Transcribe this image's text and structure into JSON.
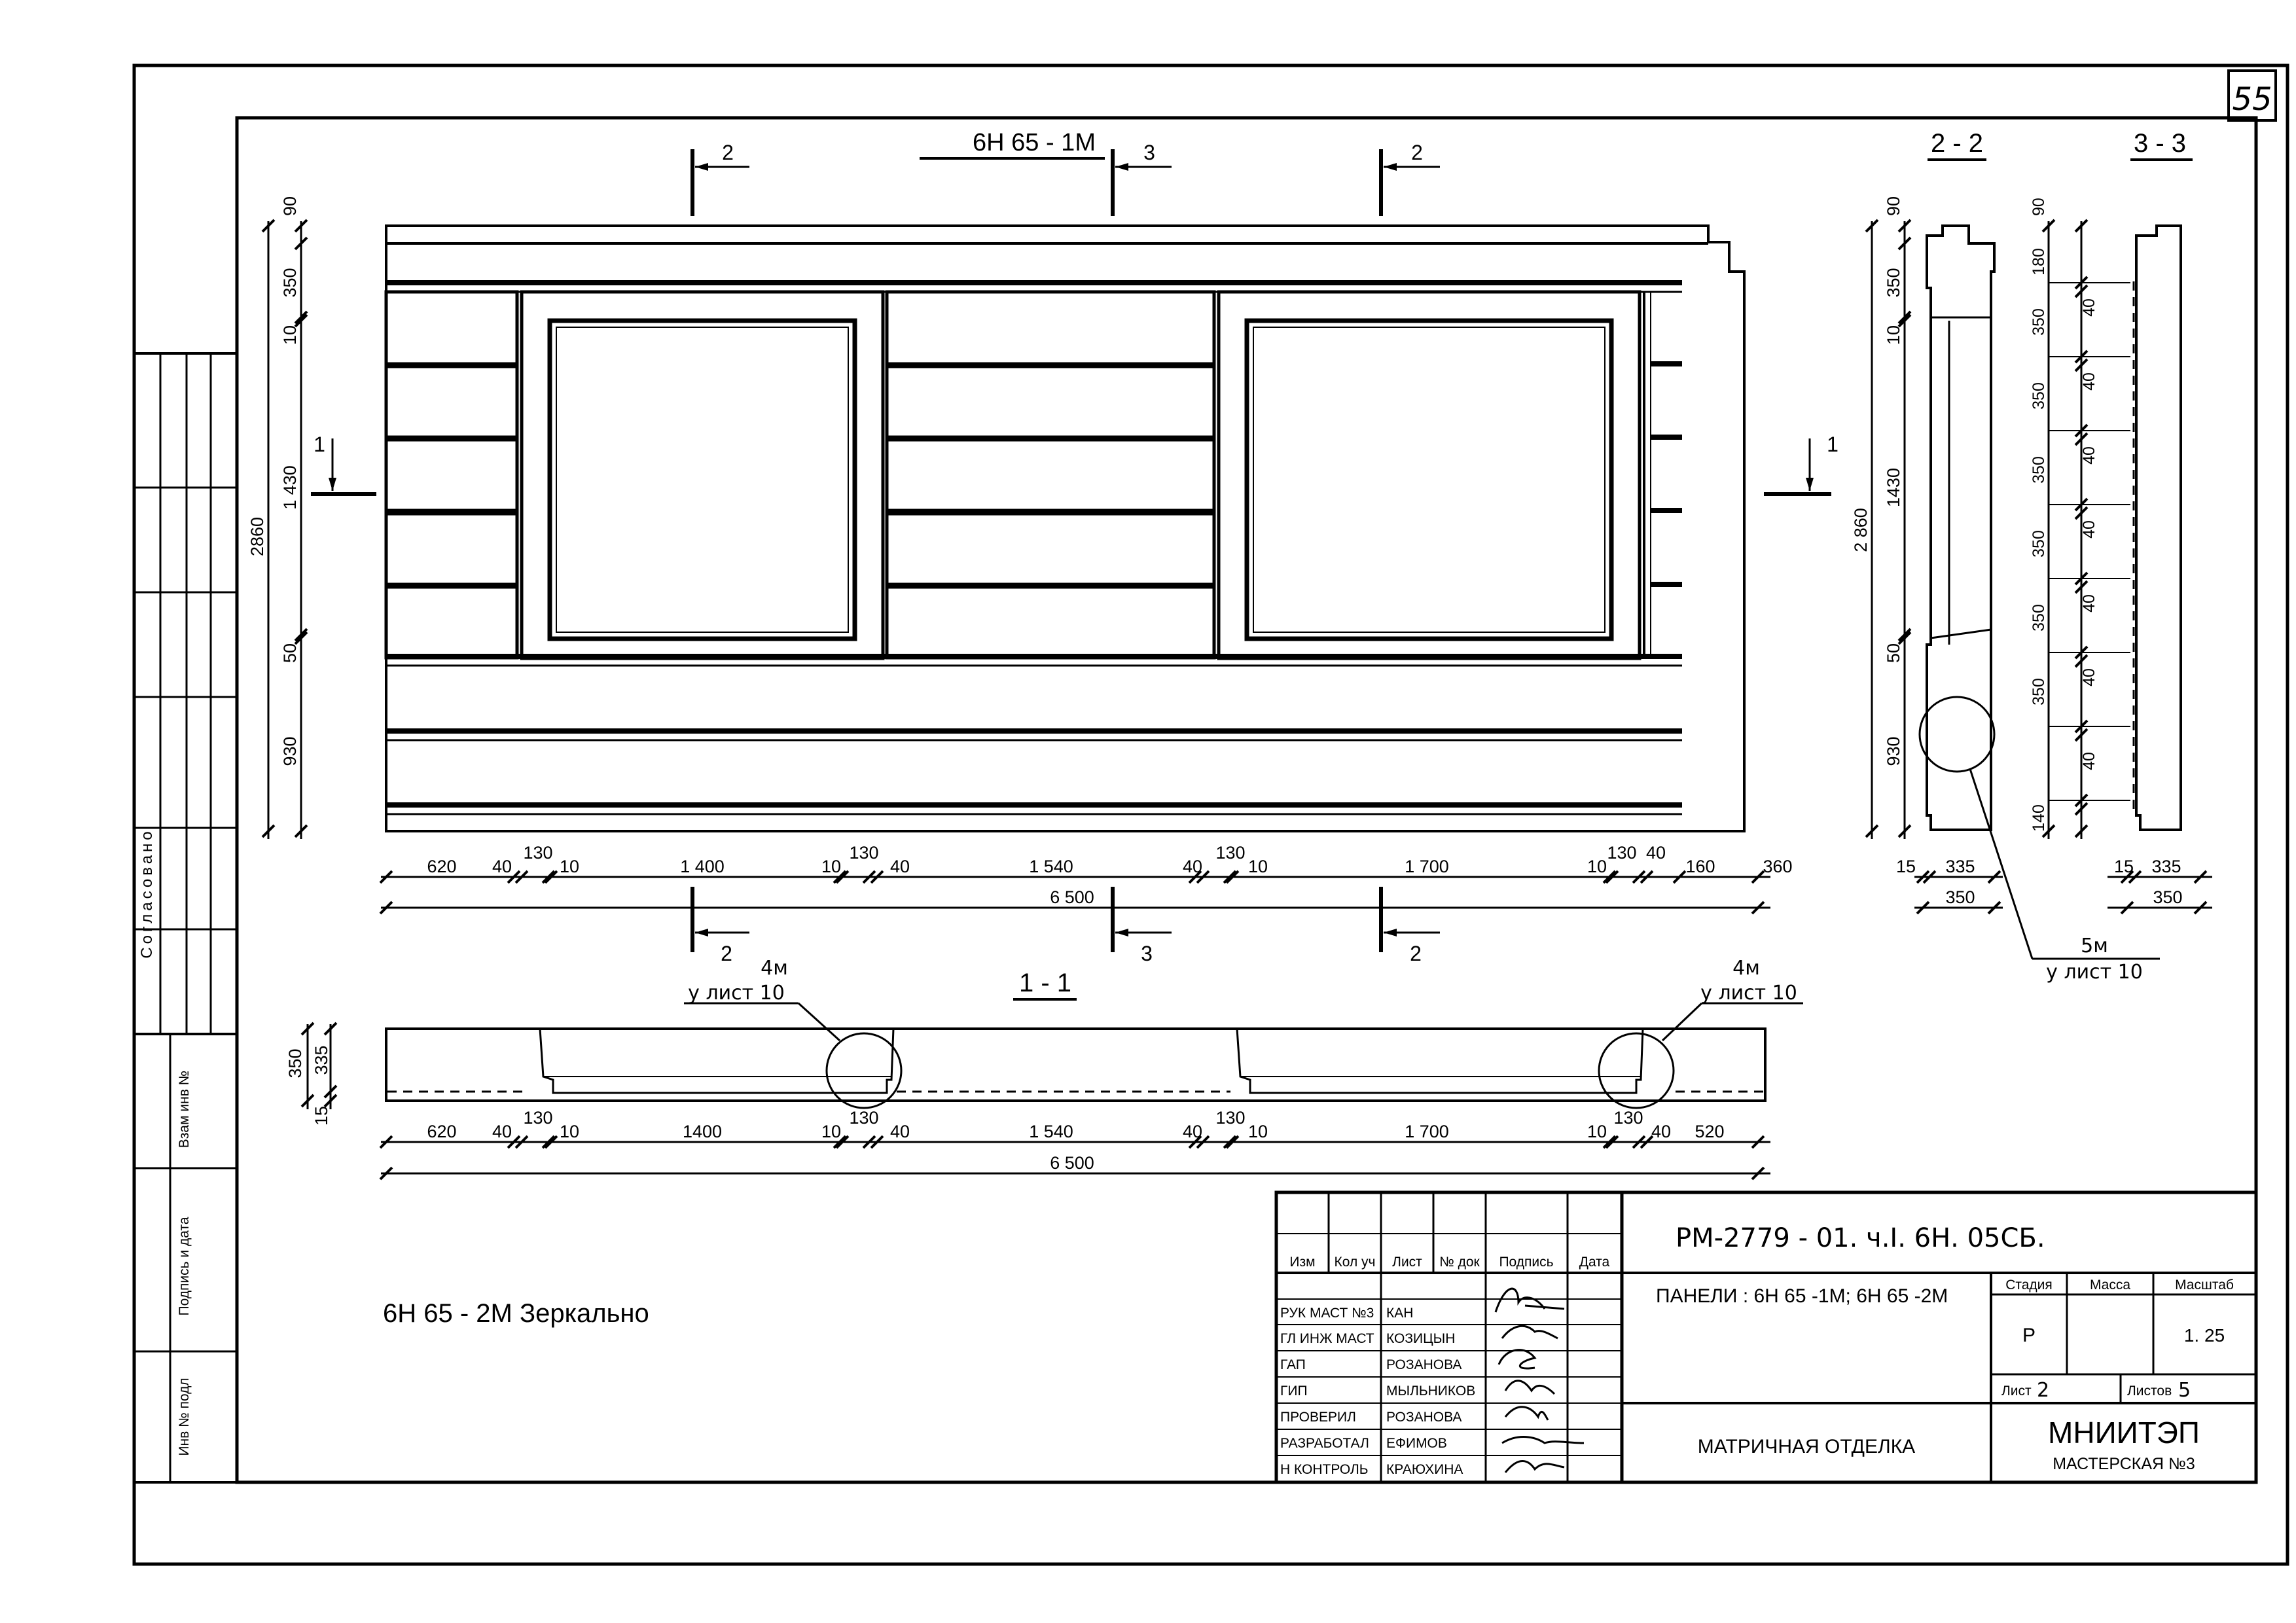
{
  "sheet": {
    "page_number": "55",
    "approved_label": "Согласовано",
    "left_stamp": [
      "Взам инв №",
      "Подпись и дата",
      "Инв № подл"
    ]
  },
  "front_view": {
    "title": "6Н 65  - 1М",
    "dims_vertical": [
      "90",
      "350",
      "10",
      "1 430",
      "50",
      "930",
      "2860"
    ],
    "dims_top_row": [
      "620",
      "40",
      "130",
      "10",
      "1 400",
      "10",
      "130",
      "40",
      "1 540",
      "40",
      "130",
      "10",
      "1 700",
      "10",
      "130",
      "40",
      "160",
      "360"
    ],
    "dim_total": "6 500"
  },
  "cut_marks": {
    "c1": "1",
    "c2": "2",
    "c3": "3"
  },
  "section_1_1": {
    "title": "1 - 1",
    "dims_vertical": [
      "350",
      "335",
      "15"
    ],
    "dims_row": [
      "620",
      "40",
      "130",
      "10",
      "1400",
      "10",
      "130",
      "40",
      "1 540",
      "40",
      "130",
      "10",
      "1 700",
      "10",
      "130",
      "40",
      "520"
    ],
    "dim_total": "6 500",
    "callout_left": [
      "4м",
      "у лист 10"
    ],
    "callout_right": [
      "4м",
      "у лист 10"
    ]
  },
  "section_2_2": {
    "title": "2 - 2",
    "dims_vertical": [
      "90",
      "350",
      "10",
      "1430",
      "50",
      "930",
      "2 860"
    ],
    "dims_bottom": [
      "15",
      "335",
      "350"
    ],
    "callout": [
      "5м",
      "у лист 10"
    ]
  },
  "section_3_3": {
    "title": "3 - 3",
    "dims_vertical": [
      "90",
      "180",
      "40",
      "350",
      "40",
      "350",
      "40",
      "350",
      "40",
      "350",
      "40",
      "350",
      "40",
      "350",
      "40",
      "140"
    ],
    "dims_bottom": [
      "15",
      "335",
      "350"
    ]
  },
  "note": "6Н 65  - 2М  Зеркально",
  "title_block": {
    "code": "РМ-2779 - 01. ч.I. 6Н. 05СБ.",
    "name": "ПАНЕЛИ :  6Н 65 -1М; 6Н 65 -2М",
    "sheet_title": "МАТРИЧНАЯ  ОТДЕЛКА",
    "org": "МНИИТЭП",
    "org_sub": "МАСТЕРСКАЯ №3",
    "header_cols": [
      "Изм",
      "Кол уч",
      "Лист",
      "№ док",
      "Подпись",
      "Дата"
    ],
    "stadia_label": "Стадия",
    "mass_label": "Масса",
    "scale_label": "Масштаб",
    "stadia": "Р",
    "scale": "1. 25",
    "sheet_label": "Лист",
    "sheet_no": "2",
    "sheets_label": "Листов",
    "sheets_total": "5",
    "people": [
      {
        "role": "РУК МАСТ №3",
        "name": "КАН"
      },
      {
        "role": "ГЛ ИНЖ МАСТ",
        "name": "КОЗИЦЫН"
      },
      {
        "role": "ГАП",
        "name": "РОЗАНОВА"
      },
      {
        "role": "ГИП",
        "name": "МЫЛЬНИКОВ"
      },
      {
        "role": "ПРОВЕРИЛ",
        "name": "РОЗАНОВА"
      },
      {
        "role": "РАЗРАБОТАЛ",
        "name": "ЕФИМОВ"
      },
      {
        "role": "Н  КОНТРОЛЬ",
        "name": "КРАЮХИНА"
      }
    ]
  }
}
